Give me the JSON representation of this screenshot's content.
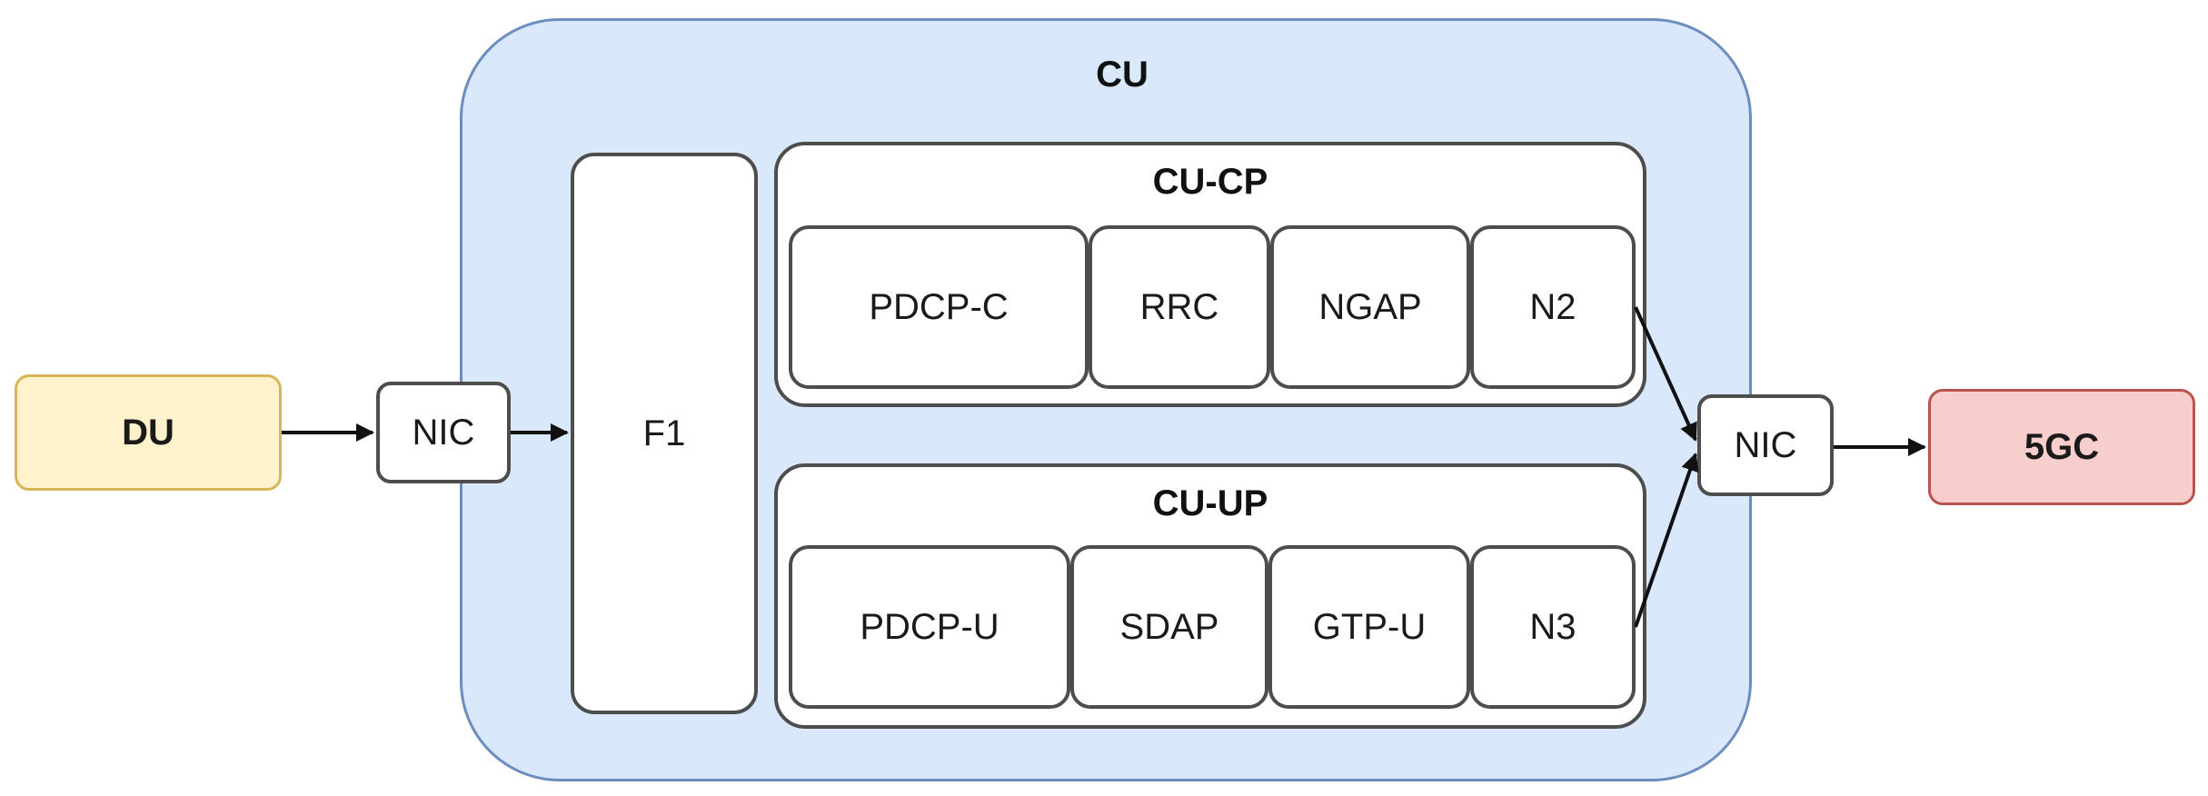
{
  "du": "DU",
  "nic_left": "NIC",
  "cu": "CU",
  "f1": "F1",
  "cu_cp": {
    "title": "CU-CP",
    "cells": [
      "PDCP-C",
      "RRC",
      "NGAP",
      "N2"
    ]
  },
  "cu_up": {
    "title": "CU-UP",
    "cells": [
      "PDCP-U",
      "SDAP",
      "GTP-U",
      "N3"
    ]
  },
  "nic_right": "NIC",
  "core": "5GC",
  "colors": {
    "cu_fill": "#dae8fc",
    "cu_border": "#6c8ebf",
    "du_fill": "#fff2cc",
    "du_border": "#d6b656",
    "core_fill": "#f8cecc",
    "core_border": "#b85450"
  }
}
